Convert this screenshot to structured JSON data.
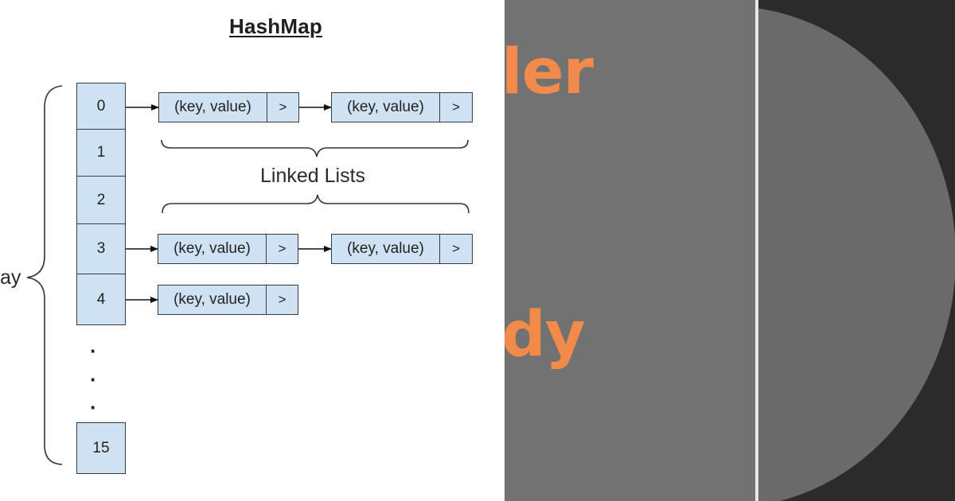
{
  "diagram": {
    "title": "HashMap",
    "array_label": "ay",
    "linked_lists_label": "Linked Lists",
    "cells": [
      "0",
      "1",
      "2",
      "3",
      "4",
      "15"
    ],
    "ellipsis": [
      "·",
      "·",
      "·"
    ],
    "rows": [
      {
        "index": "0",
        "nodes": [
          {
            "kv": "(key, value)",
            "ptr": ">"
          },
          {
            "kv": "(key, value)",
            "ptr": ">"
          }
        ]
      },
      {
        "index": "3",
        "nodes": [
          {
            "kv": "(key, value)",
            "ptr": ">"
          },
          {
            "kv": "(key, value)",
            "ptr": ">"
          }
        ]
      },
      {
        "index": "4",
        "nodes": [
          {
            "kv": "(key, value)",
            "ptr": ">"
          }
        ]
      }
    ]
  },
  "slide": {
    "text_top": "ler",
    "text_bottom": "dy",
    "accent_color": "#f28a4a",
    "background_color": "#727272"
  },
  "right_panel": {
    "background_color": "#2b2b2b",
    "circle_color": "#6a6a6a"
  }
}
